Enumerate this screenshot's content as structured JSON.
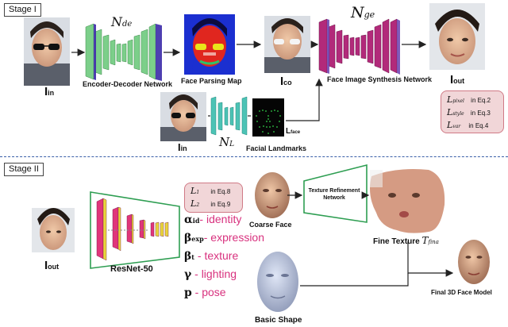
{
  "stage1": {
    "label": "Stage I",
    "input_label": "I",
    "input_sub": "in",
    "encoder_net_label": "Encoder-Decoder Network",
    "n_de_sym": "N",
    "n_de_sub": "de",
    "parsing_label": "Face Parsing Map",
    "co_label": "I",
    "co_sub": "co",
    "n_ge_sym": "N",
    "n_ge_sub": "ge",
    "synthesis_label": "Face Image Synthesis Network",
    "out_label": "I",
    "out_sub": "out",
    "input2_label": "I",
    "input2_sub": "in",
    "n_l_sym": "N",
    "n_l_sub": "L",
    "landmarks_label": "Facial Landmarks",
    "lface_label": "L",
    "lface_sub": "face",
    "losses": [
      {
        "sym": "L",
        "sub": "pixel",
        "ref": "in Eq.2"
      },
      {
        "sym": "L",
        "sub": "style",
        "ref": "in Eq.3"
      },
      {
        "sym": "L",
        "sub": "var",
        "ref": "in Eq.4"
      }
    ]
  },
  "stage2": {
    "label": "Stage II",
    "input_label": "I",
    "input_sub": "out",
    "resnet_label": "ResNet-50",
    "losses": [
      {
        "sym": "L",
        "sub": "1",
        "ref": "in Eq.8"
      },
      {
        "sym": "L",
        "sub": "2",
        "ref": "in Eq.9"
      }
    ],
    "coarse_label": "Coarse Face",
    "texture_net_label_1": "Texture Refinement",
    "texture_net_label_2": "Network",
    "fine_label": "Fine Texture",
    "fine_sym": "T",
    "fine_sub": "fina",
    "basic_label": "Basic  Shape",
    "final_label": "Final 3D Face Model",
    "params": [
      {
        "sym": "α",
        "sub": "id",
        "text": "- identity"
      },
      {
        "sym": "β",
        "sub": "exp",
        "text": "- expression"
      },
      {
        "sym": "β",
        "sub": "t",
        "text": " - texture"
      },
      {
        "sym": "γ",
        "sub": "",
        "text": " - lighting"
      },
      {
        "sym": "p",
        "sub": "",
        "text": " - pose"
      }
    ]
  },
  "colors": {
    "accent_pink": "#d8317e",
    "divider_blue": "#3a5fa8",
    "loss_box": "#f1d6d8",
    "network_green": "#7ccf8a",
    "network_purple": "#6a3fb0",
    "network_magenta": "#b22a7a",
    "landmark_teal": "#4cc3b5"
  }
}
